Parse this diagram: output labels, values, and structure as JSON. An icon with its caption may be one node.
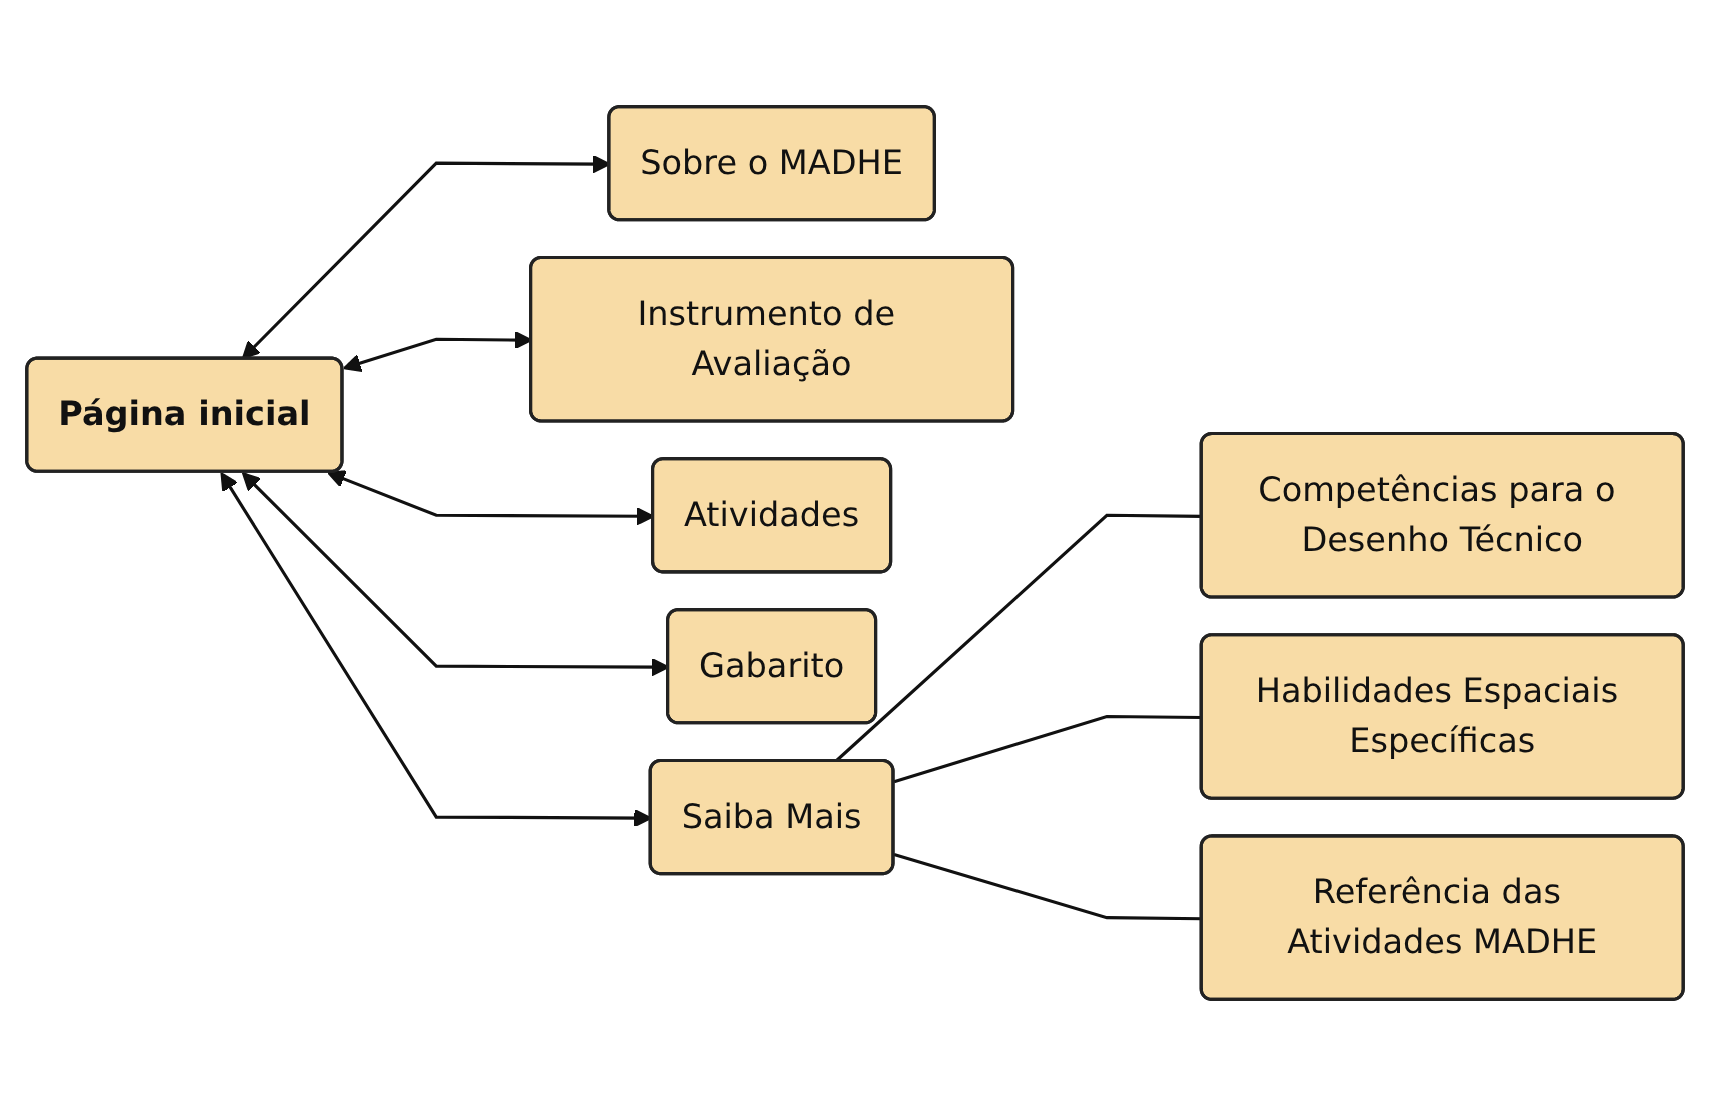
{
  "diagram": {
    "nodes": [
      {
        "text": [
          "Página inicial"
        ]
      },
      {
        "text": [
          "Sobre o MADHE"
        ]
      },
      {
        "text": [
          "Instrumento de Avaliação"
        ]
      },
      {
        "text": [
          "Atividades"
        ]
      },
      {
        "text": [
          "Gabarito"
        ]
      },
      {
        "text": [
          "Saiba Mais"
        ]
      },
      {
        "text": [
          "Competências para o Desenho Técnico"
        ]
      },
      {
        "text": [
          "Habilidades Espaciais Específicas"
        ]
      },
      {
        "text": [
          "Referência das Atividades MADHE"
        ]
      }
    ],
    "edges": [
      {
        "from": 0,
        "to": 1,
        "arrow": "both"
      },
      {
        "from": 0,
        "to": 2,
        "arrow": "both"
      },
      {
        "from": 0,
        "to": 3,
        "arrow": "both"
      },
      {
        "from": 0,
        "to": 4,
        "arrow": "both"
      },
      {
        "from": 0,
        "to": 5,
        "arrow": "both"
      },
      {
        "from": 5,
        "to": 6,
        "arrow": "none"
      },
      {
        "from": 5,
        "to": 7,
        "arrow": "none"
      },
      {
        "from": 5,
        "to": 8,
        "arrow": "none"
      }
    ]
  }
}
